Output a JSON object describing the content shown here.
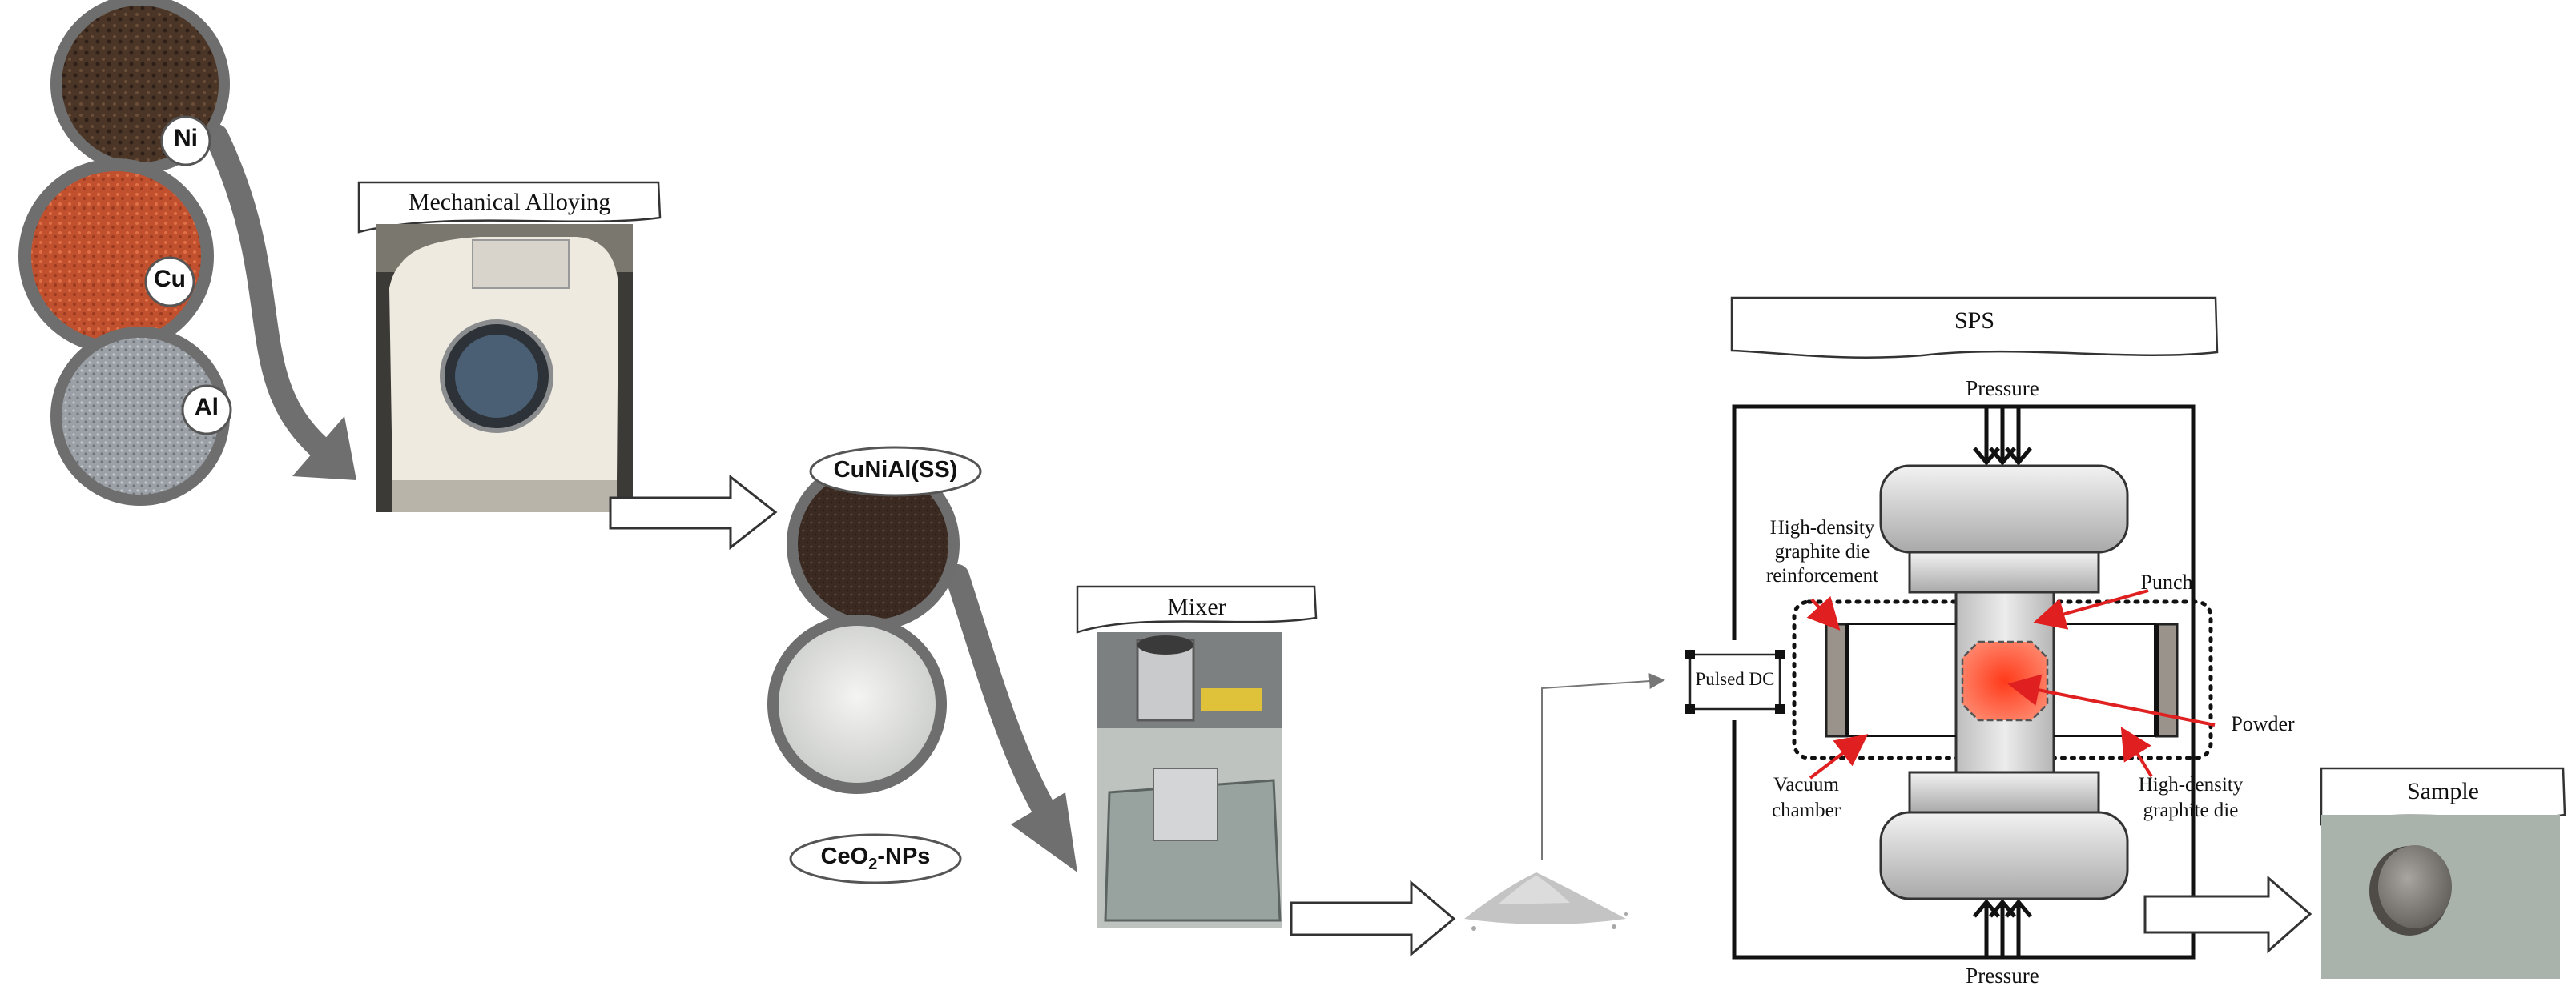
{
  "ingredients": {
    "ni": "Ni",
    "cu": "Cu",
    "al": "Al"
  },
  "steps": {
    "mechanical_alloying": "Mechanical Alloying",
    "mixer": "Mixer",
    "sps": "SPS",
    "sample": "Sample"
  },
  "powders": {
    "cunial": "CuNiAl(SS)",
    "ceo2_prefix": "CeO",
    "ceo2_sub": "2",
    "ceo2_suffix": "-NPs"
  },
  "sps_labels": {
    "pressure_top": "Pressure",
    "pressure_bottom": "Pressure",
    "pulsed_dc": "Pulsed DC",
    "reinforcement": [
      "High-density",
      "graphite die",
      "reinforcement"
    ],
    "punch": "Punch",
    "powder": "Powder",
    "vacuum_chamber": [
      "Vacuum",
      "chamber"
    ],
    "graphite_die": [
      "High-density",
      "graphite die"
    ]
  },
  "colors": {
    "ni_powder": "#4a3526",
    "cu_powder": "#c0502e",
    "al_powder": "#9aa0a6",
    "accent_red": "#e02020",
    "hot_powder": "#f04028"
  }
}
